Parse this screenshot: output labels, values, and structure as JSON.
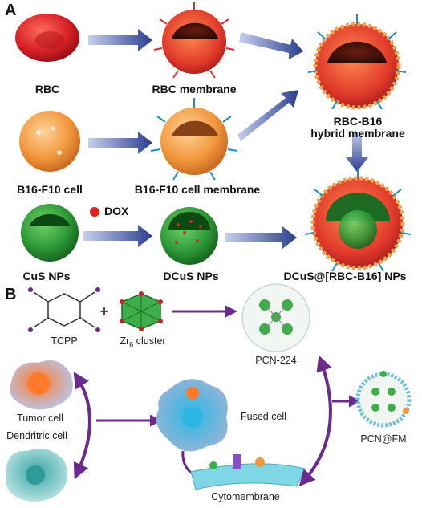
{
  "panel_a": {
    "letter": "A",
    "labels": {
      "rbc": "RBC",
      "rbc_membrane": "RBC membrane",
      "hybrid_line1": "RBC-B16",
      "hybrid_line2": "hybrid membrane",
      "b16_cell": "B16-F10 cell",
      "b16_membrane": "B16-F10 cell membrane",
      "dox": "DOX",
      "cus": "CuS NPs",
      "dcus": "DCuS NPs",
      "final": "DCuS@[RBC-B16] NPs"
    }
  },
  "panel_b": {
    "letter": "B",
    "labels": {
      "tcpp": "TCPP",
      "plus": "+",
      "zr_prefix": "Zr",
      "zr_sub": "6",
      "zr_suffix": " cluster",
      "pcn224": "PCN-224",
      "tumor": "Tumor cell",
      "dendritic": "Dendritric cell",
      "fused": "Fused cell",
      "pcn_fm": "PCN@FM",
      "cytomembrane": "Cytomembrane"
    }
  },
  "colors": {
    "arrow_blue": "#2b3d8f",
    "arrow_purple": "#6a2a8e",
    "rbc_red": "#d9262b",
    "membrane_orange": "#e8823a",
    "cus_green": "#2f8f3a",
    "dox_red": "#e02020"
  }
}
